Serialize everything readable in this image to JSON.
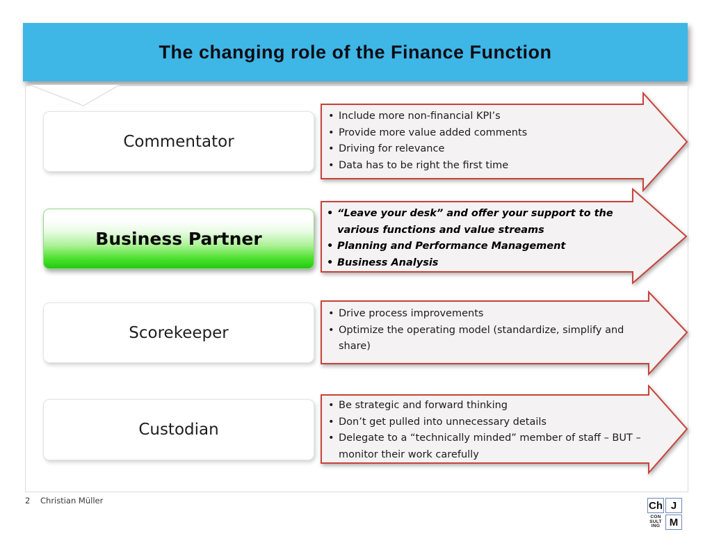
{
  "title": "The changing role of the Finance Function",
  "rows": [
    {
      "role": "Commentator",
      "bullets": [
        "Include more non-financial KPI’s",
        "Provide more value added comments",
        "Driving for relevance",
        "Data has to be right the first time"
      ]
    },
    {
      "role": "Business Partner",
      "bullets": [
        "“Leave your desk” and offer your support to the various functions and value streams",
        "Planning and Performance Management",
        "Business Analysis"
      ]
    },
    {
      "role": "Scorekeeper",
      "bullets": [
        "Drive process improvements",
        "Optimize the operating model (standardize, simplify and share)"
      ]
    },
    {
      "role": "Custodian",
      "bullets": [
        "Be strategic and forward thinking",
        "Don’t get pulled into unnecessary details",
        "Delegate to a “technically minded” member of staff – BUT – monitor their work carefully"
      ]
    }
  ],
  "footer": {
    "page_number": "2",
    "author": "Christian Müller"
  },
  "logo": {
    "top_left": "Ch",
    "top_right": "J",
    "bottom_right": "M",
    "consulting_lines": [
      "CON",
      "SULT",
      "ING"
    ]
  },
  "colors": {
    "title_bar_blue": "#3eb6e6",
    "highlight_green": "#1fcb0e",
    "arrow_border_red": "#c8423a",
    "arrow_fill": "#f4f2f2",
    "logo_border_blue": "#6a87b8"
  }
}
